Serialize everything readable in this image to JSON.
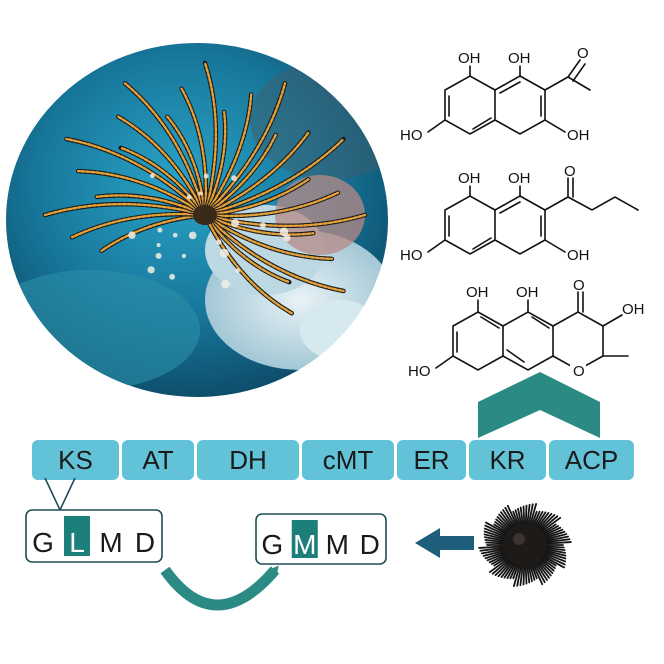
{
  "pks_domains": [
    "KS",
    "AT",
    "DH",
    "cMT",
    "ER",
    "KR",
    "ACP"
  ],
  "motif_before": {
    "letters": [
      "G",
      "L",
      "M",
      "D"
    ],
    "highlight_index": 1
  },
  "motif_after": {
    "letters": [
      "G",
      "M",
      "M",
      "D"
    ],
    "highlight_index": 1
  },
  "atom_labels": {
    "oh": "OH",
    "ho": "HO",
    "o": "O"
  },
  "colors": {
    "domain_fill": "#62c2d7",
    "accent_teal": "#2b8a84",
    "highlight": "#1d7f7a",
    "arrow_blue": "#1f5e7a",
    "box_border": "#1f4d59"
  }
}
